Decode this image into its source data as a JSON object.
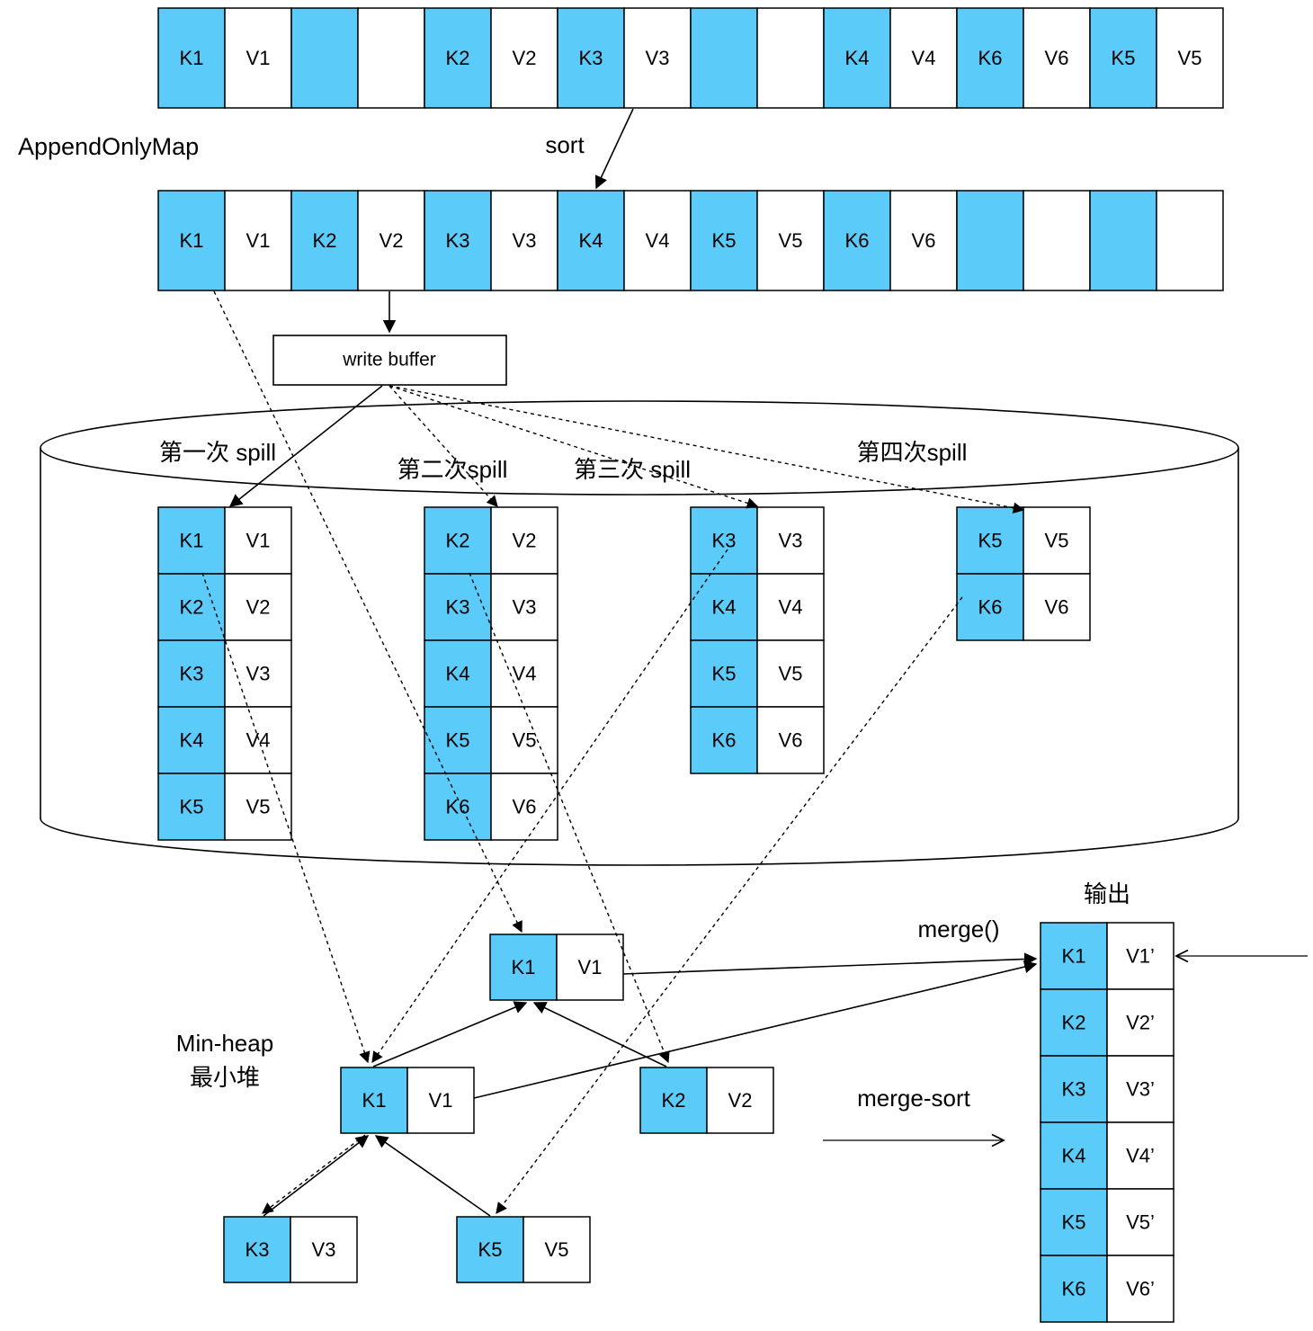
{
  "labels": {
    "append_only_map": "AppendOnlyMap",
    "sort": "sort",
    "write_buffer": "write buffer",
    "spill_1": "第一次 spill",
    "spill_2": "第二次spill",
    "spill_3": "第三次 spill",
    "spill_4": "第四次spill",
    "output": "输出",
    "merge": "merge()",
    "min_heap_en": "Min-heap",
    "min_heap_zh": "最小堆",
    "merge_sort": "merge-sort"
  },
  "colors": {
    "key_fill": "#5bcbfa",
    "value_fill": "#ffffff",
    "stroke": "#000000"
  },
  "append_only_map": {
    "before_sort": [
      [
        "K1",
        "V1"
      ],
      [
        "",
        ""
      ],
      [
        "K2",
        "V2"
      ],
      [
        "K3",
        "V3"
      ],
      [
        "",
        ""
      ],
      [
        "K4",
        "V4"
      ],
      [
        "K6",
        "V6"
      ],
      [
        "K5",
        "V5"
      ]
    ],
    "after_sort": [
      [
        "K1",
        "V1"
      ],
      [
        "K2",
        "V2"
      ],
      [
        "K3",
        "V3"
      ],
      [
        "K4",
        "V4"
      ],
      [
        "K5",
        "V5"
      ],
      [
        "K6",
        "V6"
      ],
      [
        "",
        ""
      ],
      [
        "",
        ""
      ]
    ]
  },
  "spills": [
    [
      [
        "K1",
        "V1"
      ],
      [
        "K2",
        "V2"
      ],
      [
        "K3",
        "V3"
      ],
      [
        "K4",
        "V4"
      ],
      [
        "K5",
        "V5"
      ]
    ],
    [
      [
        "K2",
        "V2"
      ],
      [
        "K3",
        "V3"
      ],
      [
        "K4",
        "V4"
      ],
      [
        "K5",
        "V5"
      ],
      [
        "K6",
        "V6"
      ]
    ],
    [
      [
        "K3",
        "V3"
      ],
      [
        "K4",
        "V4"
      ],
      [
        "K5",
        "V5"
      ],
      [
        "K6",
        "V6"
      ]
    ],
    [
      [
        "K5",
        "V5"
      ],
      [
        "K6",
        "V6"
      ]
    ]
  ],
  "heap": {
    "root": [
      "K1",
      "V1"
    ],
    "left": [
      "K1",
      "V1"
    ],
    "right": [
      "K2",
      "V2"
    ],
    "left_left": [
      "K3",
      "V3"
    ],
    "left_right": [
      "K5",
      "V5"
    ]
  },
  "output": [
    [
      "K1",
      "V1’"
    ],
    [
      "K2",
      "V2’"
    ],
    [
      "K3",
      "V3’"
    ],
    [
      "K4",
      "V4’"
    ],
    [
      "K5",
      "V5’"
    ],
    [
      "K6",
      "V6’"
    ]
  ]
}
